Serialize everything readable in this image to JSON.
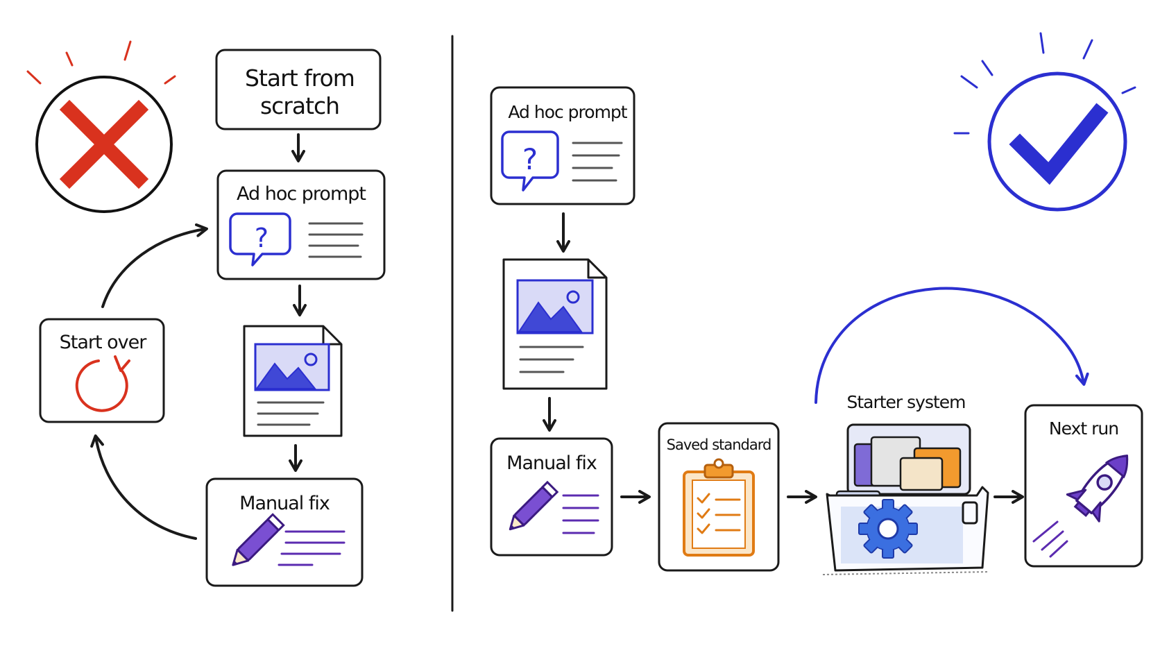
{
  "left_panel": {
    "start_from_scratch": [
      "Start from",
      "scratch"
    ],
    "ad_hoc_prompt": "Ad hoc prompt",
    "manual_fix": "Manual fix",
    "start_over": "Start over"
  },
  "right_panel": {
    "ad_hoc_prompt": "Ad hoc prompt",
    "manual_fix": "Manual fix",
    "saved_standard": "Saved standard",
    "starter_system": "Starter system",
    "next_run": "Next run"
  },
  "icons": {
    "left_status": "red-x-icon",
    "right_status": "blue-check-icon",
    "prompt": "question-bubble-icon",
    "output": "image-document-icon",
    "fix": "pencil-icon",
    "restart": "refresh-icon",
    "standard": "clipboard-checklist-icon",
    "system": "file-box-gear-icon",
    "launch": "rocket-icon"
  },
  "colors": {
    "red": "#d9321e",
    "blue": "#2b2fd0",
    "purple": "#5b2bb0",
    "orange": "#e07b14",
    "ink": "#1a1a1a"
  }
}
